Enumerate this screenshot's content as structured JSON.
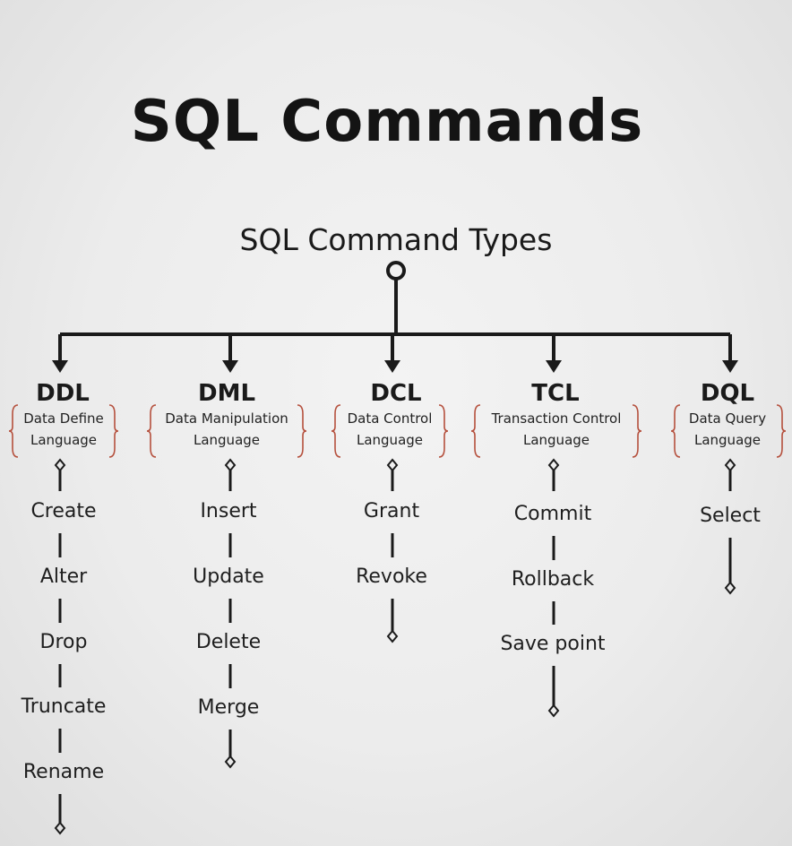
{
  "title": "SQL Commands",
  "subtitle": "SQL Command Types",
  "categories": [
    {
      "abbr": "DDL",
      "full_line1": "Data Define",
      "full_line2": "Language",
      "commands": [
        "Create",
        "Alter",
        "Drop",
        "Truncate",
        "Rename"
      ]
    },
    {
      "abbr": "DML",
      "full_line1": "Data Manipulation",
      "full_line2": "Language",
      "commands": [
        "Insert",
        "Update",
        "Delete",
        "Merge"
      ]
    },
    {
      "abbr": "DCL",
      "full_line1": "Data Control",
      "full_line2": "Language",
      "commands": [
        "Grant",
        "Revoke"
      ]
    },
    {
      "abbr": "TCL",
      "full_line1": "Transaction Control",
      "full_line2": "Language",
      "commands": [
        "Commit",
        "Rollback",
        "Save point"
      ]
    },
    {
      "abbr": "DQL",
      "full_line1": "Data Query",
      "full_line2": "Language",
      "commands": [
        "Select"
      ]
    }
  ],
  "colors": {
    "line": "#1a1a1a",
    "brace": "#b5503d"
  }
}
